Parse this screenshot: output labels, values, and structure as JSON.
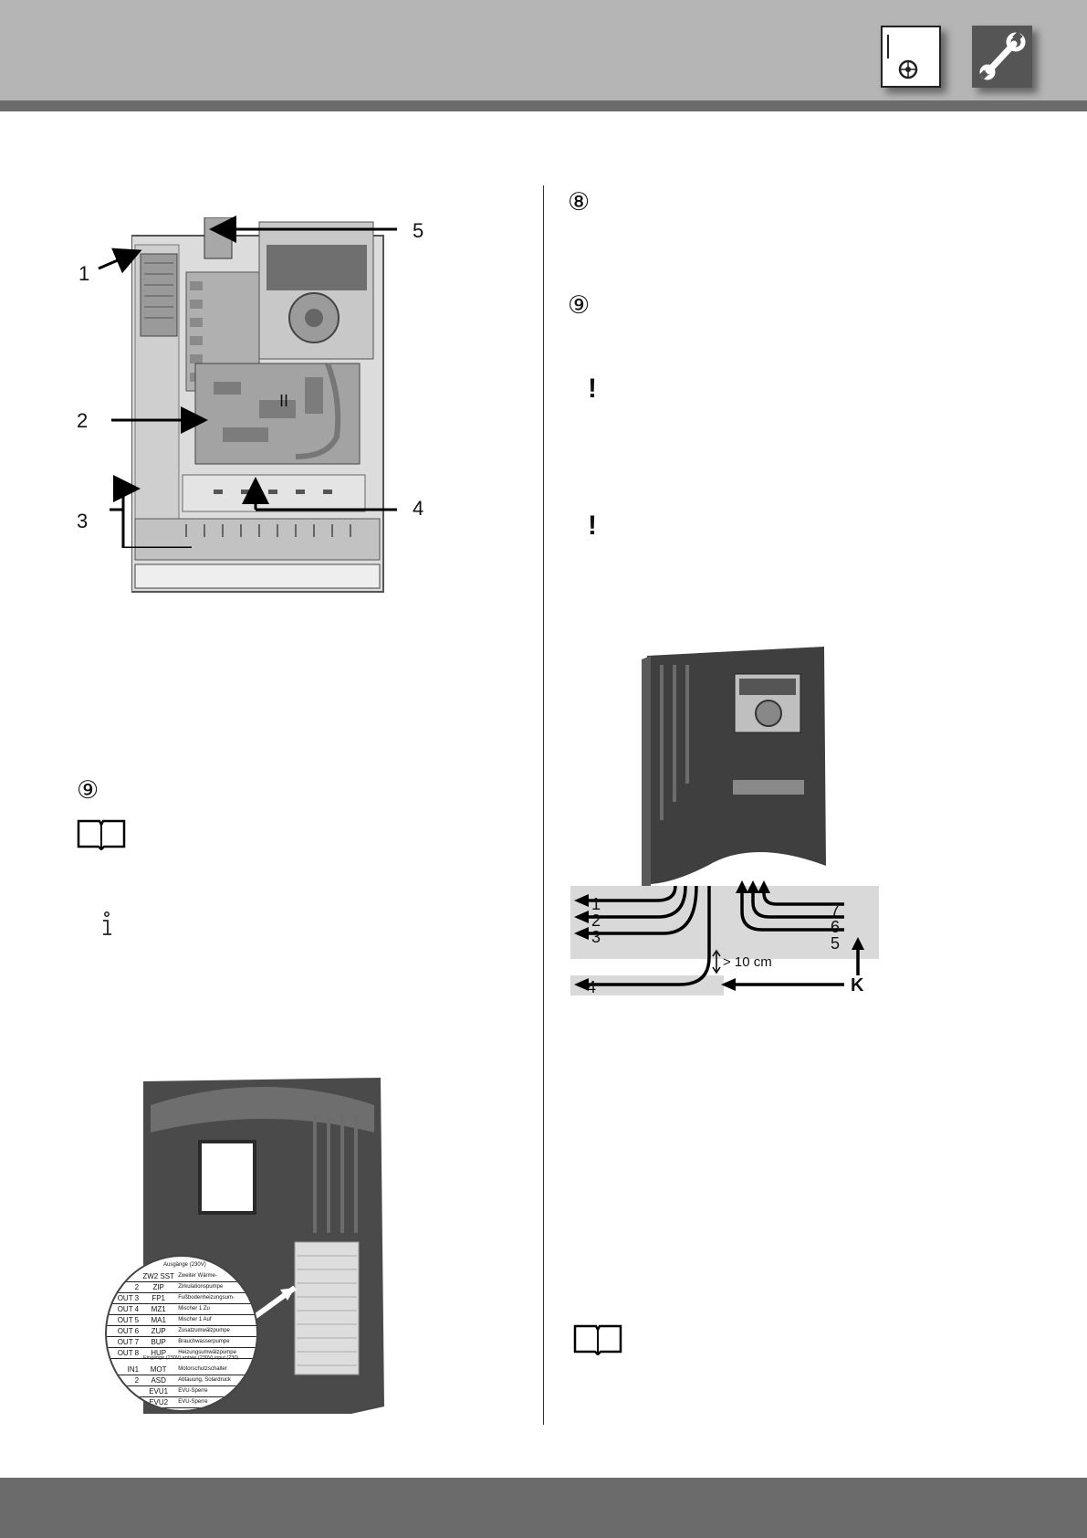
{
  "header": {
    "controller_icon": "controller-icon",
    "tool_icon": "wrench-icon"
  },
  "left": {
    "photo1_callouts": [
      "1",
      "2",
      "3",
      "4",
      "5"
    ],
    "photo1_label": "II",
    "step_nine": "⑨",
    "book_icon": "book-icon",
    "info_icon": "info-icon",
    "info_glyph": "i",
    "terminal_label": {
      "header": "Ausgänge (230V)",
      "outputs": [
        {
          "id": "",
          "code": "ZW2 SST",
          "desc": "Zweiter Wärme-"
        },
        {
          "id": "2",
          "code": "ZIP",
          "desc": "Zirkulationspumpe"
        },
        {
          "id": "OUT 3",
          "code": "FP1",
          "desc": "Fußbodenheizungsum-"
        },
        {
          "id": "OUT 4",
          "code": "MZ1",
          "desc": "Mischer 1 Zu"
        },
        {
          "id": "OUT 5",
          "code": "MA1",
          "desc": "Mischer 1 Auf"
        },
        {
          "id": "OUT 6",
          "code": "ZUP",
          "desc": "Zusatzumwälzpumpe"
        },
        {
          "id": "OUT 7",
          "code": "BUP",
          "desc": "Brauchwasserpumpe"
        },
        {
          "id": "OUT 8",
          "code": "HUP",
          "desc": "Heizungsumwälzpumpe"
        }
      ],
      "inputs_header": "Eingänge (230V)   entrée (230V)   input (230)",
      "inputs": [
        {
          "id": "IN1",
          "code": "MOT",
          "desc": "Motorschutzschalter"
        },
        {
          "id": "2",
          "code": "ASD",
          "desc": "Abtauung, Solardruck"
        },
        {
          "id": "",
          "code": "EVU1",
          "desc": "EVU-Sperre"
        },
        {
          "id": "",
          "code": "EVU2",
          "desc": "EVU-Sperre"
        }
      ]
    }
  },
  "right": {
    "step_eight": "⑧",
    "step_nine": "⑨",
    "warning_glyph": "!",
    "diagram": {
      "left_labels": [
        "1",
        "2",
        "3",
        "4"
      ],
      "right_labels": [
        "7",
        "6",
        "5"
      ],
      "clearance": "> 10 cm",
      "k_label": "K"
    },
    "book_icon": "book-icon"
  }
}
